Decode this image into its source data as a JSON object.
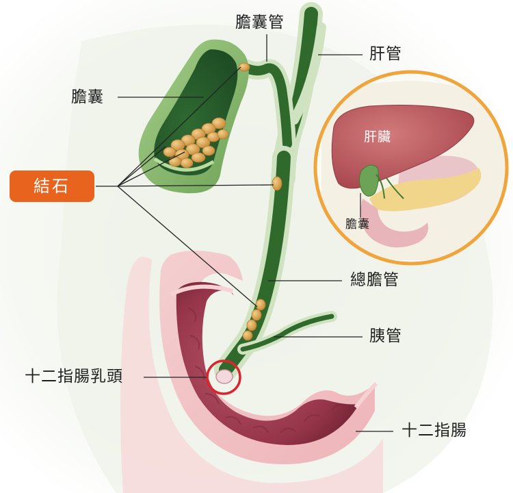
{
  "labels": {
    "cystic_duct": "膽囊管",
    "hepatic_duct": "肝管",
    "gallbladder": "膽囊",
    "stones": "結石",
    "common_bile_duct": "總膽管",
    "pancreatic_duct": "胰管",
    "duodenal_papilla": "十二指腸乳頭",
    "duodenum": "十二指腸"
  },
  "inset": {
    "liver": "肝臟",
    "gallbladder": "膽囊"
  },
  "colors": {
    "stone_badge": "#e8641e",
    "inset_ring": "#f0a43c",
    "papilla_circle": "#d9262c",
    "bile_duct": "#2f6a2c",
    "gallbladder_wall": "#7fb069",
    "stone": "#d9a04e",
    "duodenum_outer": "#f3c4c6",
    "duodenum_inner": "#9c3b4a"
  }
}
